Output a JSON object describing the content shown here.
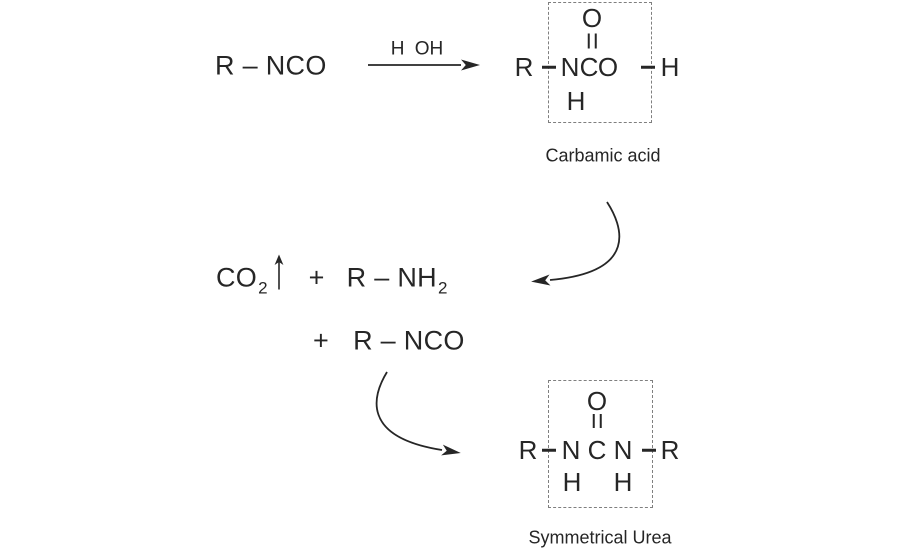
{
  "colors": {
    "ink": "#262626",
    "dash": "#7f7f7f",
    "background": "#ffffff"
  },
  "icons": {
    "gas_arrow": "up-arrow",
    "reaction_arrow": "right-arrow",
    "curved_arrows": "curved-reaction-arrow"
  },
  "step1": {
    "reactant": "R – NCO",
    "arrow_label": "H OH"
  },
  "carbamic": {
    "o_top": "O",
    "r": "R",
    "n": "N",
    "c": "C",
    "o": "O",
    "h_right": "H",
    "h_below": "H",
    "caption": "Carbamic acid"
  },
  "products": {
    "co": "CO",
    "co_sub": "2",
    "plus": "+",
    "amine": "R – NH",
    "amine_sub": "2"
  },
  "step2": {
    "plus": "+",
    "reactant": "R – NCO"
  },
  "urea": {
    "o_top": "O",
    "r_left": "R",
    "n_left": "N",
    "c": "C",
    "n_right": "N",
    "r_right": "R",
    "h_left": "H",
    "h_right": "H",
    "caption": "Symmetrical Urea"
  }
}
